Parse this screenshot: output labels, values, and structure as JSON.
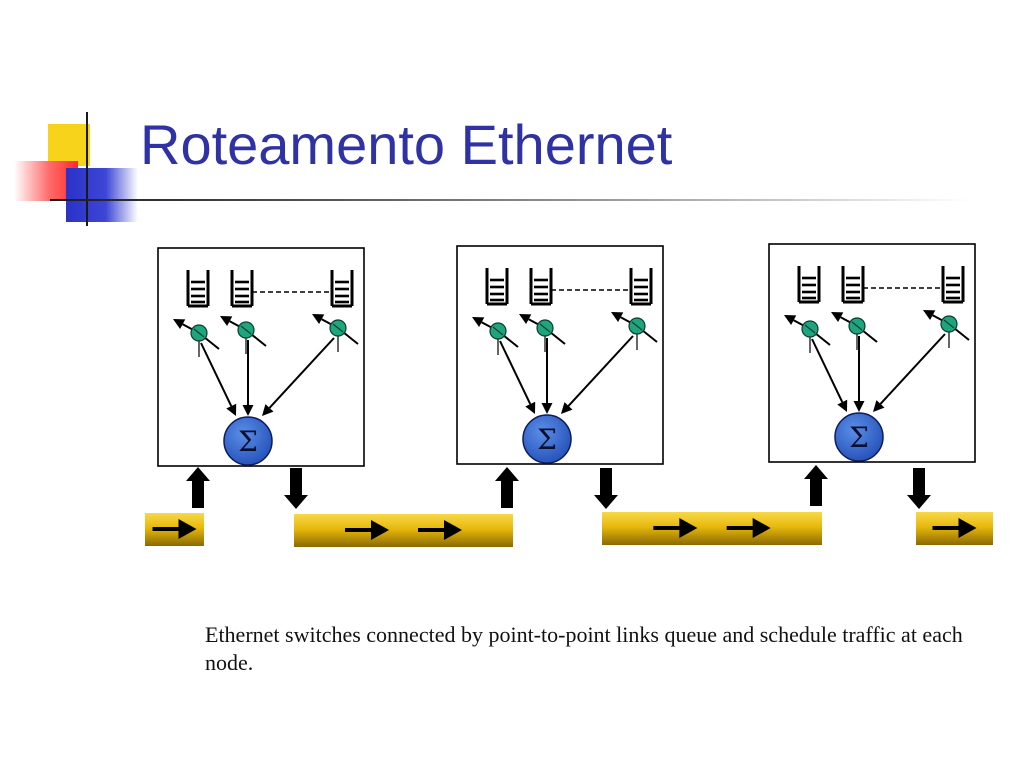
{
  "slide": {
    "title": "Roteamento Ethernet",
    "caption": "Ethernet switches connected by point-to-point links queue and schedule traffic at each node."
  },
  "diagram": {
    "switches": [
      {
        "name": "switch-1",
        "sum_symbol": "Σ"
      },
      {
        "name": "switch-2",
        "sum_symbol": "Σ"
      },
      {
        "name": "switch-3",
        "sum_symbol": "Σ"
      }
    ],
    "link_arrow_count": [
      1,
      2,
      2,
      1
    ],
    "colors": {
      "title": "#2e32a4",
      "sum_node": "#2f63c9",
      "selector": "#1fa57e",
      "pipe": "#e8b80c",
      "deco_yellow": "#f7d31c",
      "deco_red": "#ff2a2a",
      "deco_blue": "#2a32c8"
    },
    "icons": [
      "queue-icon",
      "selector-icon",
      "sum-node-icon",
      "up-arrow-icon",
      "down-arrow-icon",
      "flow-arrow-icon"
    ]
  }
}
